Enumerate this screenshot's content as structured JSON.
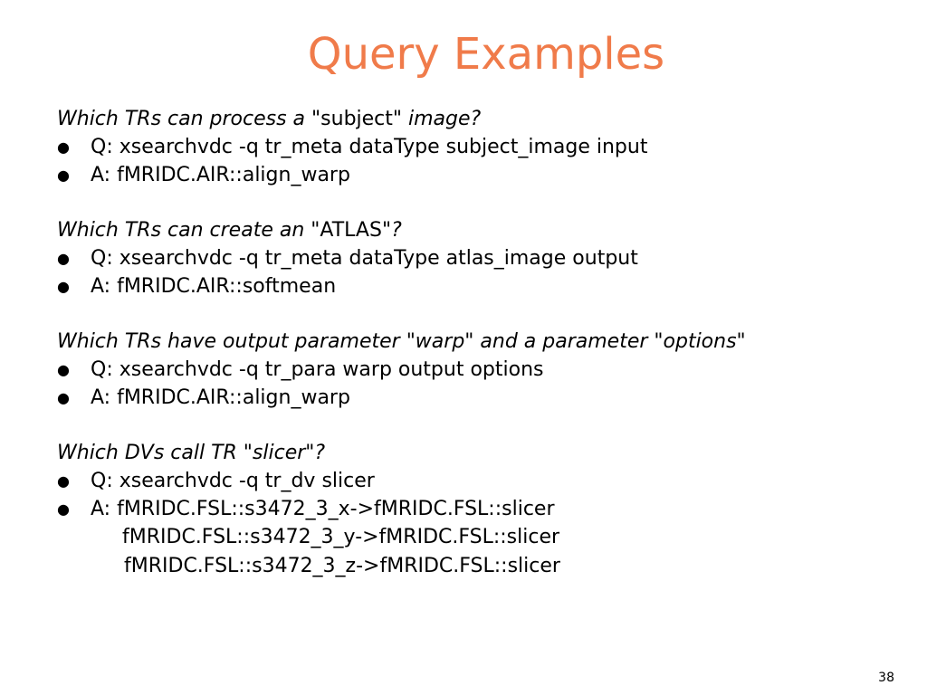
{
  "title": "Query Examples",
  "sections": [
    {
      "heading": {
        "pre": "Which TRs can process a",
        "quoted": " \"subject\" ",
        "post": "image?"
      },
      "q": "Q: xsearchvdc -q tr_meta dataType subject_image input",
      "a": "A: fMRIDC.AIR::align_warp"
    },
    {
      "heading": {
        "pre": "Which TRs can create an",
        "quoted": " \"ATLAS\"",
        "post": "?"
      },
      "q": "Q: xsearchvdc -q tr_meta dataType atlas_image output",
      "a": "A: fMRIDC.AIR::softmean"
    },
    {
      "heading": {
        "pre": "Which TRs have output parameter \"warp\" and a parameter \"options\"",
        "quoted": "",
        "post": ""
      },
      "q": "Q: xsearchvdc -q tr_para warp output options",
      "a": "A: fMRIDC.AIR::align_warp"
    },
    {
      "heading": {
        "pre": "Which DVs call TR \"slicer\"?",
        "quoted": "",
        "post": ""
      },
      "q": "Q: xsearchvdc -q tr_dv slicer",
      "a": "A: fMRIDC.FSL::s3472_3_x->fMRIDC.FSL::slicer",
      "a_cont": [
        "fMRIDC.FSL::s3472_3_y->fMRIDC.FSL::slicer",
        "fMRIDC.FSL::s3472_3_z->fMRIDC.FSL::slicer"
      ]
    }
  ],
  "bullet": "●",
  "page_number": "38",
  "colors": {
    "title": "#f07b4a",
    "text": "#000000"
  }
}
